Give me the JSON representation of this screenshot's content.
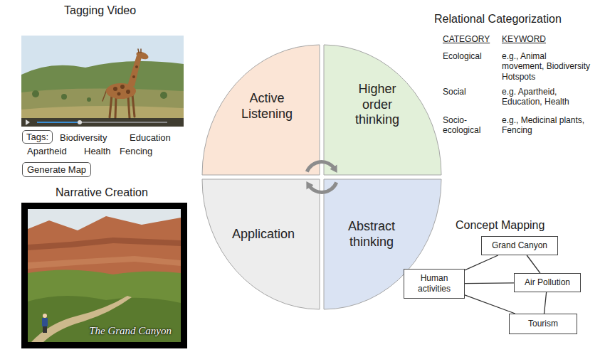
{
  "diagram": {
    "nodes": [
      {
        "text": [
          "Tags:"
        ]
      },
      {
        "text": [
          "Generate Map"
        ]
      },
      {
        "text": [
          "Active Listening"
        ]
      },
      {
        "text": [
          "Higher order thinking"
        ]
      },
      {
        "text": [
          "Application"
        ]
      },
      {
        "text": [
          "Abstract thinking"
        ]
      },
      {
        "text": [
          "The Grand Canyon"
        ]
      },
      {
        "text": [
          "Grand Canyon"
        ]
      },
      {
        "text": [
          "Human activities"
        ]
      },
      {
        "text": [
          "Air Pollution"
        ]
      },
      {
        "text": [
          "Tourism"
        ]
      }
    ],
    "edges": [
      {
        "from": 7,
        "to": 8,
        "arrow": "none"
      },
      {
        "from": 7,
        "to": 9,
        "arrow": "none"
      },
      {
        "from": 8,
        "to": 9,
        "arrow": "none"
      },
      {
        "from": 8,
        "to": 10,
        "arrow": "none"
      },
      {
        "from": 9,
        "to": 10,
        "arrow": "none"
      }
    ],
    "labels": [
      "Tagging Video",
      "Biodiversity",
      "Education",
      "Apartheid",
      "Health",
      "Fencing",
      "Narrative Creation",
      "Relational Categorization",
      "CATEGORY",
      "KEYWORD",
      "Ecological",
      "e.g., Animal movement, Biodiversity Hotspots",
      "Social",
      "e.g. Apartheid, Education, Health",
      "Socio-ecological",
      "e.g., Medicinal plants, Fencing",
      "Concept Mapping"
    ]
  }
}
